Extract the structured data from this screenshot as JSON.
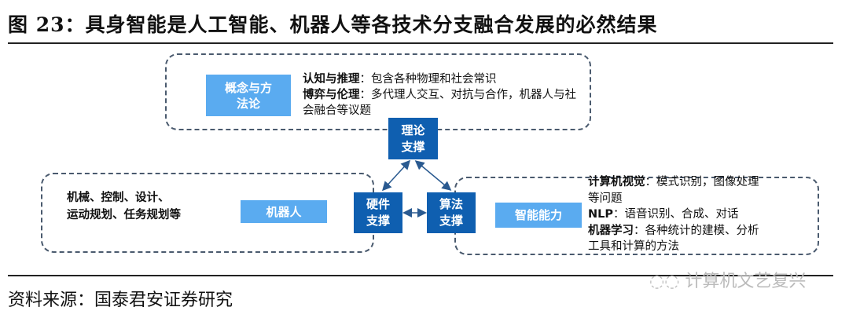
{
  "title": "图 23：具身智能是人工智能、机器人等各技术分支融合发展的必然结果",
  "theory": {
    "label_line1": "概念与方",
    "label_line2": "法论",
    "items": [
      {
        "term": "认知与推理",
        "desc": "：包含各种物理和社会常识"
      },
      {
        "term": "博弈与伦理",
        "desc": "：多代理人交互、对抗与合作，机器人与社",
        "desc2": "会融合等议题"
      }
    ],
    "support_line1": "理论",
    "support_line2": "支撑"
  },
  "hardware": {
    "text_line1": "机械、控制、设计、",
    "text_line2": "运动规划、任务规划等",
    "label": "机器人",
    "support_line1": "硬件",
    "support_line2": "支撑"
  },
  "algorithm": {
    "label": "智能能力",
    "support_line1": "算法",
    "support_line2": "支撑",
    "items": [
      {
        "term": "计算机视觉",
        "desc": "：模式识别，图像处理",
        "desc2": "等问题"
      },
      {
        "term": "NLP",
        "desc": "：语音识别、合成、对话"
      },
      {
        "term": "机器学习",
        "desc": "：各种统计的建模、分析",
        "desc2": "工具和计算的方法"
      }
    ]
  },
  "source": "资料来源：国泰君安证券研究",
  "watermark": "计算机文艺复兴",
  "colors": {
    "light_blue": "#5aabf0",
    "dark_blue": "#0f5fb0"
  }
}
